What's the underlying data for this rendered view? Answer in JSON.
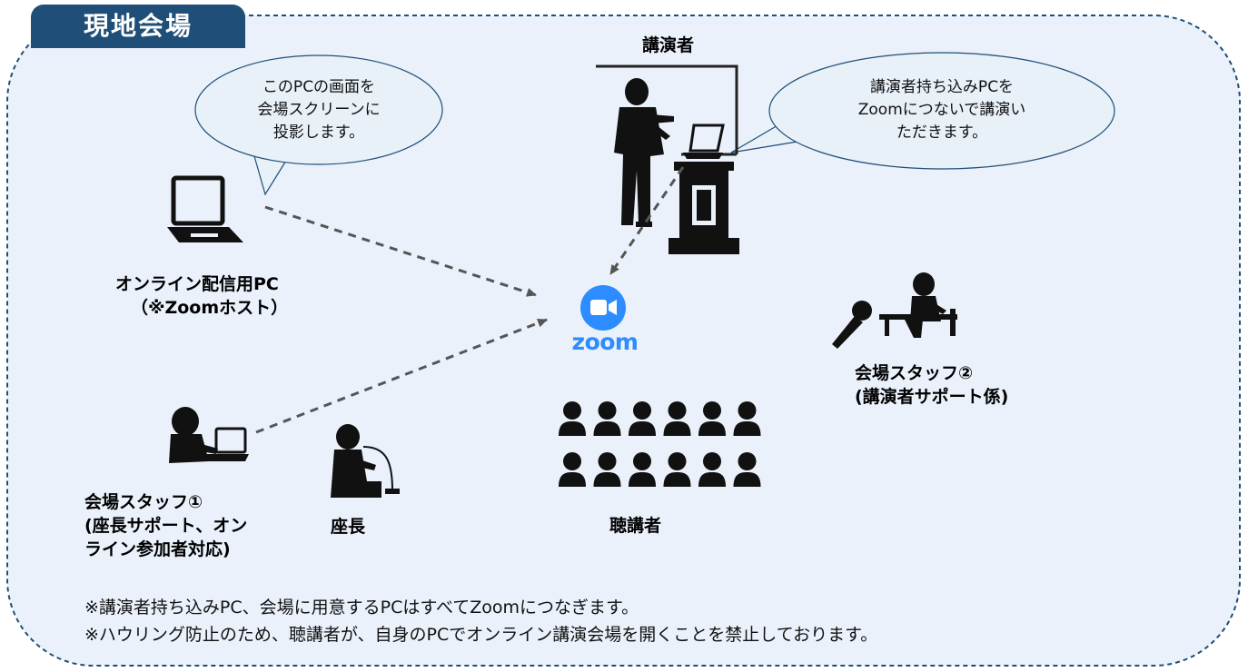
{
  "title": "現地会場",
  "speaker_label": "講演者",
  "bubble_left": [
    "このPCの画面を",
    "会場スクリーンに",
    "投影します。"
  ],
  "bubble_right": [
    "講演者持ち込みPCを",
    "Zoomにつないで講演い",
    "ただきます。"
  ],
  "host_pc_label": [
    "オンライン配信用PC",
    "（※Zoomホスト）"
  ],
  "zoom_logo_text": "zoom",
  "staff1_label": [
    "会場スタッフ①",
    "(座長サポート、オン",
    "ライン参加者対応)"
  ],
  "chair_label": "座長",
  "audience_label": "聴講者",
  "staff2_label": [
    "会場スタッフ②",
    "(講演者サポート係)"
  ],
  "notes": [
    "※講演者持ち込みPC、会場に用意するPCはすべてZoomにつなぎます。",
    "※ハウリング防止のため、聴講者が、自身のPCでオンライン講演会場を開くことを禁止しております。"
  ],
  "colors": {
    "frame_fill": "#eaf1fa",
    "frame_border": "#1f4e79",
    "title_tab": "#1f4e79",
    "zoom_blue": "#2d8cff",
    "bubble_fill": "#e8f0f8",
    "arrow": "#555555",
    "icons": "#111111"
  },
  "icons": [
    "laptop-icon",
    "presenter-icon",
    "podium-icon",
    "zoom-logo-icon",
    "microphone-icon",
    "operator-icon",
    "chairperson-icon",
    "audience-icon"
  ]
}
